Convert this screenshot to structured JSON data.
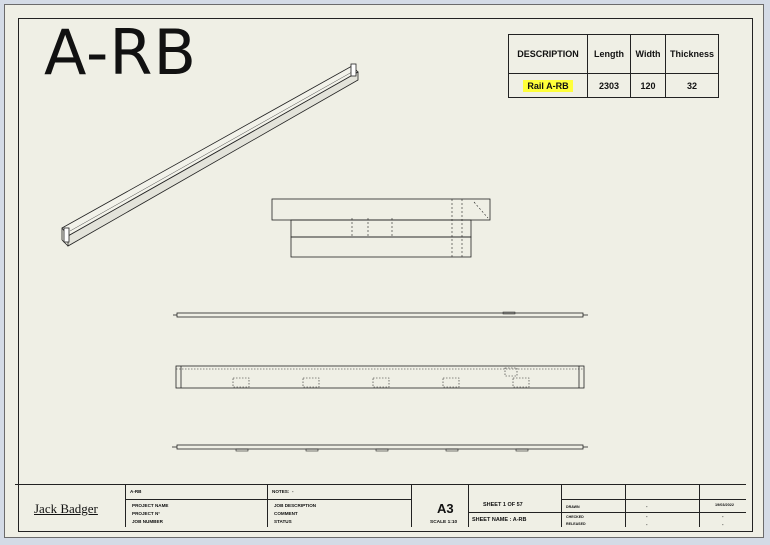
{
  "drawing": {
    "title": "A-RB",
    "table": {
      "headers": [
        "DESCRIPTION",
        "Length",
        "Width",
        "Thickness"
      ],
      "values": [
        "Rail  A-RB",
        "2303",
        "120",
        "32"
      ]
    }
  },
  "title_block": {
    "author": "Jack Badger",
    "part_ref": "A-RB",
    "project_name_label": "PROJECT NAME",
    "project_no_label": "PROJECT N°",
    "job_number_label": "JOB NUMBER",
    "notes_label": "NOTES:",
    "notes_value": "-",
    "job_description_label": "JOB DESCRIPTION",
    "comment_label": "COMMENT",
    "status_label": "STATUS",
    "sheet_size": "A3",
    "scale": "SCALE 1:10",
    "sheet_number": "SHEET 1 OF 57",
    "sheet_name": "SHEET NAME : A-RB",
    "drawn_label": "DRAWN",
    "checked_label": "CHECKED",
    "released_label": "RELEASED",
    "drawn_by": "-",
    "checked_by": "-",
    "released_by": "-",
    "date": "19/03/2022",
    "checked_date": "-",
    "released_date": "-"
  }
}
